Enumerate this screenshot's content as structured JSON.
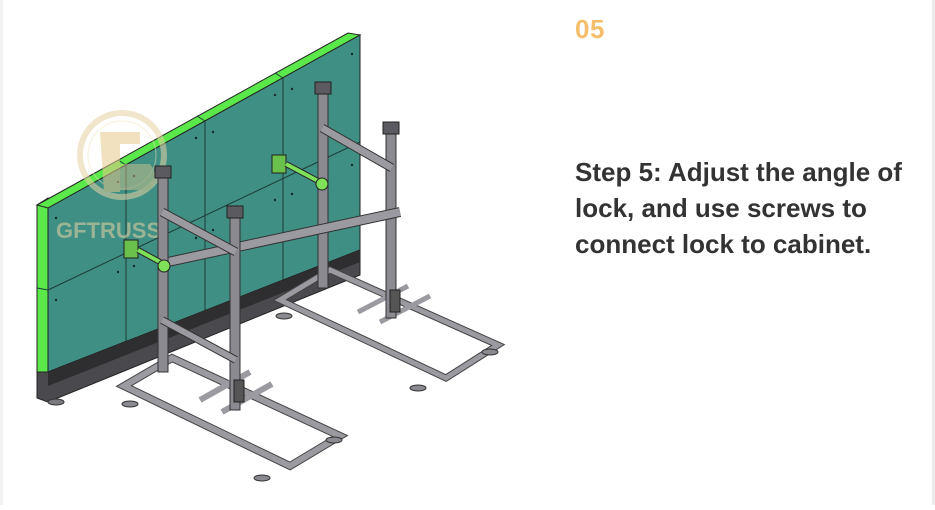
{
  "step": {
    "number": "05",
    "description": "Step 5: Adjust the angle of lock, and use screws to connect lock to cabinet."
  },
  "illustration": {
    "subject": "LED video wall cabinets mounted on ground-support steel stand frames with locking clamps",
    "watermark": "GFTRUSS"
  },
  "colors": {
    "accent_number": "#f5be6a",
    "text": "#333333",
    "cabinet_face": "#3f8f84",
    "cabinet_edge": "#5ae84a",
    "steel": "#8a8a90",
    "lock": "#7fe05a",
    "watermark": "#e6d3a4"
  }
}
